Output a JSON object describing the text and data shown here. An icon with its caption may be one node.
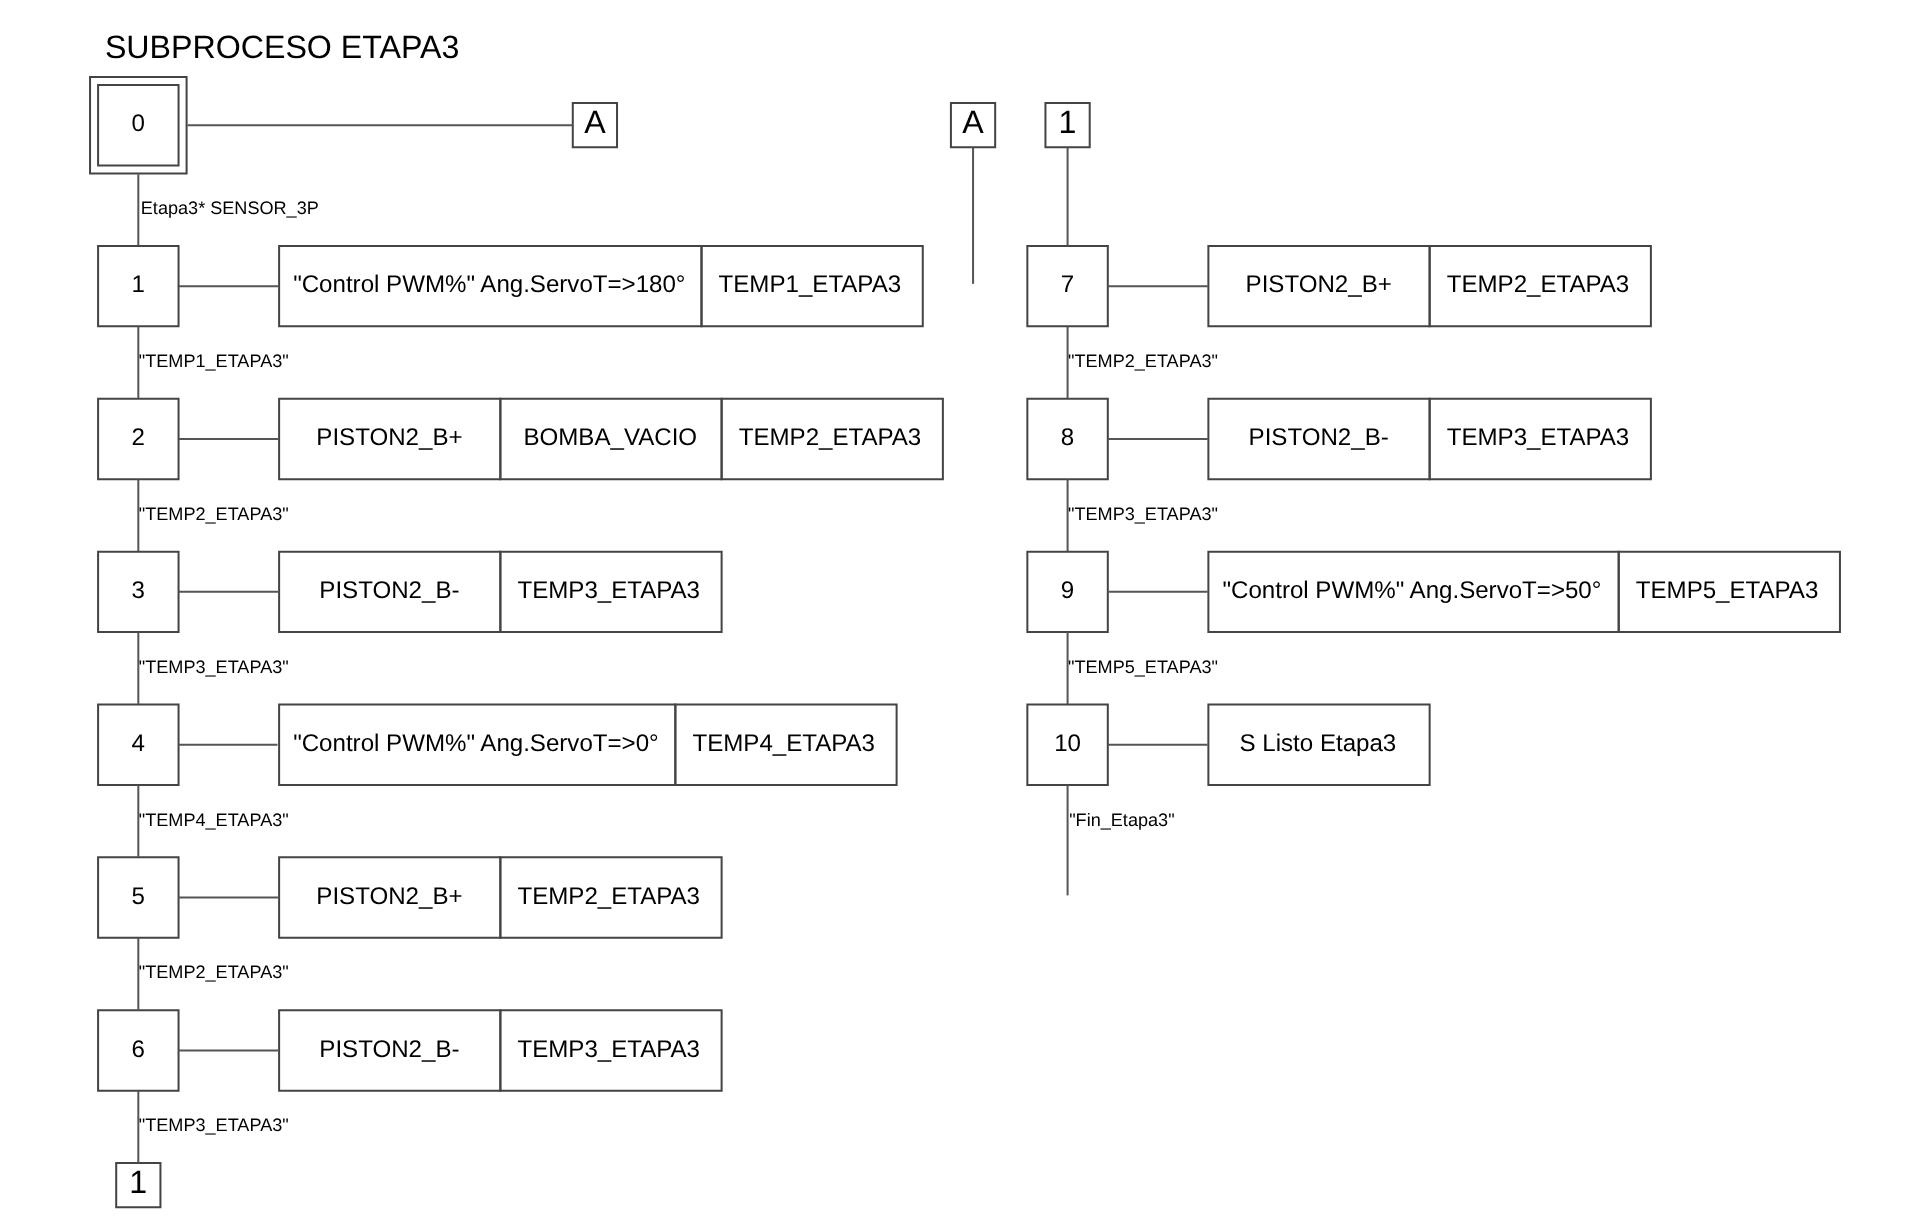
{
  "diagram": {
    "title": "SUBPROCESO ETAPA3",
    "nodes": [
      {
        "text": [
          "0"
        ]
      },
      {
        "text": [
          "1"
        ]
      },
      {
        "text": [
          "\"Control PWM%\" Ang.ServoT=>180°",
          "TEMP1_ETAPA3"
        ]
      },
      {
        "text": [
          "2"
        ]
      },
      {
        "text": [
          "PISTON2_B+",
          "BOMBA_VACIO",
          "TEMP2_ETAPA3"
        ]
      },
      {
        "text": [
          "3"
        ]
      },
      {
        "text": [
          "PISTON2_B-",
          "TEMP3_ETAPA3"
        ]
      },
      {
        "text": [
          "4"
        ]
      },
      {
        "text": [
          "\"Control PWM%\" Ang.ServoT=>0°",
          "TEMP4_ETAPA3"
        ]
      },
      {
        "text": [
          "5"
        ]
      },
      {
        "text": [
          "PISTON2_B+",
          "TEMP2_ETAPA3"
        ]
      },
      {
        "text": [
          "6"
        ]
      },
      {
        "text": [
          "PISTON2_B-",
          "TEMP3_ETAPA3"
        ]
      },
      {
        "text": [
          "A"
        ]
      },
      {
        "text": [
          "1"
        ]
      },
      {
        "text": [
          "A"
        ]
      },
      {
        "text": [
          "1"
        ]
      },
      {
        "text": [
          "7"
        ]
      },
      {
        "text": [
          "PISTON2_B+",
          "TEMP2_ETAPA3"
        ]
      },
      {
        "text": [
          "8"
        ]
      },
      {
        "text": [
          "PISTON2_B-",
          "TEMP3_ETAPA3"
        ]
      },
      {
        "text": [
          "9"
        ]
      },
      {
        "text": [
          "\"Control PWM%\" Ang.ServoT=>50°",
          "TEMP5_ETAPA3"
        ]
      },
      {
        "text": [
          "10"
        ]
      },
      {
        "text": [
          "S Listo Etapa3"
        ]
      }
    ],
    "edges": [
      {
        "from": 13,
        "to": 0,
        "arrow": "none"
      },
      {
        "from": 0,
        "to": 1,
        "arrow": "none",
        "label": "Etapa3* SENSOR_3P"
      },
      {
        "from": 1,
        "to": 2,
        "arrow": "none"
      },
      {
        "from": 1,
        "to": 3,
        "arrow": "none",
        "label": "\"TEMP1_ETAPA3\""
      },
      {
        "from": 3,
        "to": 4,
        "arrow": "none"
      },
      {
        "from": 3,
        "to": 5,
        "arrow": "none",
        "label": "\"TEMP2_ETAPA3\""
      },
      {
        "from": 5,
        "to": 6,
        "arrow": "none"
      },
      {
        "from": 5,
        "to": 7,
        "arrow": "none",
        "label": "\"TEMP3_ETAPA3\""
      },
      {
        "from": 7,
        "to": 8,
        "arrow": "none"
      },
      {
        "from": 7,
        "to": 9,
        "arrow": "none",
        "label": "\"TEMP4_ETAPA3\""
      },
      {
        "from": 9,
        "to": 10,
        "arrow": "none"
      },
      {
        "from": 9,
        "to": 11,
        "arrow": "none",
        "label": "\"TEMP2_ETAPA3\""
      },
      {
        "from": 11,
        "to": 12,
        "arrow": "none"
      },
      {
        "from": 11,
        "to": 14,
        "arrow": "none",
        "label": "\"TEMP3_ETAPA3\""
      },
      {
        "from": 15,
        "to": null,
        "arrow": "none"
      },
      {
        "from": 16,
        "to": 17,
        "arrow": "none"
      },
      {
        "from": 17,
        "to": 18,
        "arrow": "none"
      },
      {
        "from": 17,
        "to": 19,
        "arrow": "none",
        "label": "\"TEMP2_ETAPA3\""
      },
      {
        "from": 19,
        "to": 20,
        "arrow": "none"
      },
      {
        "from": 19,
        "to": 21,
        "arrow": "none",
        "label": "\"TEMP3_ETAPA3\""
      },
      {
        "from": 21,
        "to": 22,
        "arrow": "none"
      },
      {
        "from": 21,
        "to": 23,
        "arrow": "none",
        "label": "\"TEMP5_ETAPA3\""
      },
      {
        "from": 23,
        "to": 24,
        "arrow": "none"
      },
      {
        "from": 23,
        "to": null,
        "arrow": "none",
        "label": "\"Fin_Etapa3\""
      }
    ]
  }
}
